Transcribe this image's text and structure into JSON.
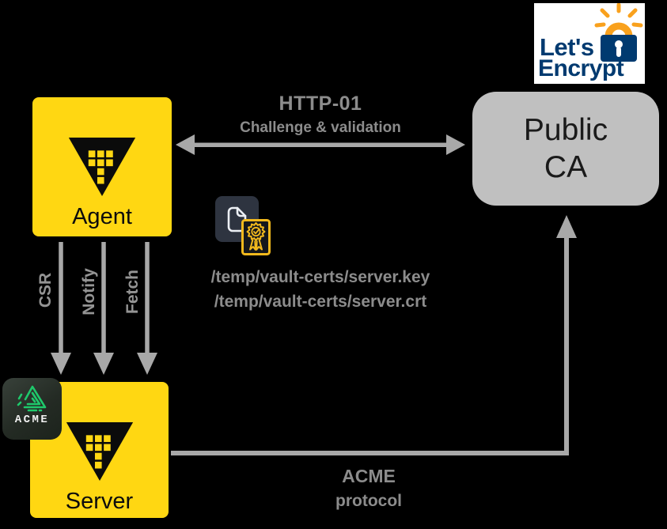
{
  "palette": {
    "background": "#000000",
    "vault_yellow": "#ffd712",
    "public_ca_gray": "#c0c0c0",
    "arrow_gray": "#a8a8a8",
    "label_gray": "#8c8c8c",
    "lets_encrypt_blue": "#003A70",
    "lets_encrypt_orange": "#F9A11D",
    "certificate_gold": "#f2b91d",
    "acme_green": "#1ec96b",
    "document_square_bg": "#2e3440"
  },
  "lets_encrypt": {
    "word1": "Let's",
    "word2": "Encrypt"
  },
  "public_ca": {
    "line1": "Public",
    "line2": "CA"
  },
  "agent": {
    "label": "Agent"
  },
  "server": {
    "label": "Server"
  },
  "acme_badge": {
    "label": "ACME"
  },
  "http01_arrow": {
    "title": "HTTP-01",
    "subtitle": "Challenge & validation"
  },
  "pipeline_arrows": [
    {
      "label": "CSR"
    },
    {
      "label": "Notify"
    },
    {
      "label": "Fetch"
    }
  ],
  "acme_arrow": {
    "line1": "ACME",
    "line2": "protocol"
  },
  "cert_files": {
    "key": "/temp/vault-certs/server.key",
    "crt": "/temp/vault-certs/server.crt"
  },
  "icons": [
    "vault-logo-icon",
    "lets-encrypt-lock-icon",
    "acme-logo-icon",
    "document-icon",
    "certificate-icon"
  ]
}
